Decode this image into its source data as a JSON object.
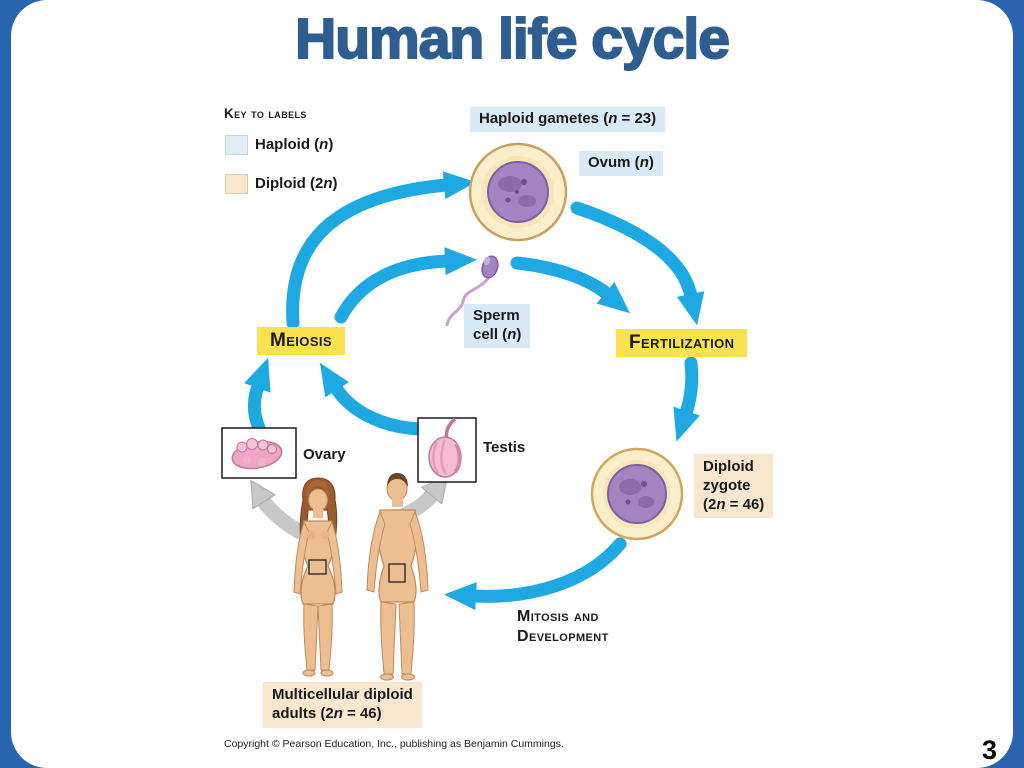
{
  "slide": {
    "title": "Human life cycle",
    "page_number": "3",
    "copyright": "Copyright © Pearson Education, Inc., publishing as Benjamin Cummings."
  },
  "key": {
    "title": "Key to labels",
    "haploid": {
      "pre": "Haploid (",
      "var": "n",
      "post": ")"
    },
    "diploid": {
      "pre": "Diploid (2",
      "var": "n",
      "post": ")"
    }
  },
  "labels": {
    "haploid_gametes": {
      "pre": "Haploid gametes (",
      "var": "n",
      "post": " = 23)"
    },
    "ovum": {
      "pre": "Ovum (",
      "var": "n",
      "post": ")"
    },
    "sperm": {
      "line1": "Sperm",
      "line2": {
        "pre": "cell (",
        "var": "n",
        "post": ")"
      }
    },
    "meiosis": "Meiosis",
    "fertilization": "Fertilization",
    "ovary": "Ovary",
    "testis": "Testis",
    "zygote": {
      "line1": "Diploid",
      "line2": "zygote",
      "line3": {
        "pre": "(2",
        "var": "n",
        "post": " = 46)"
      }
    },
    "mitosis": {
      "line1": "Mitosis and",
      "line2": "Development"
    },
    "adults": {
      "line1": "Multicellular diploid",
      "line2": {
        "pre": "adults (2",
        "var": "n",
        "post": " = 46)"
      }
    }
  },
  "colors": {
    "frame_blue": "#2A63B0",
    "title_blue": "#2E5E90",
    "haploid_box": "#D8EAF6",
    "diploid_box": "#F7E7CE",
    "process_box_yellow": "#F9E14F",
    "arrow_blue": "#1FA9E2",
    "arrow_gray": "#C8C8C8"
  }
}
